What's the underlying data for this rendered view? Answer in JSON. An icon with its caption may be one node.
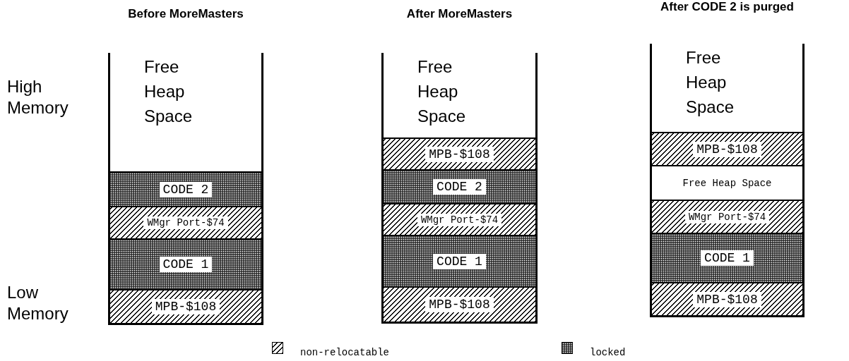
{
  "diagram": {
    "nodes": [
      {
        "text": [
          "Before MoreMasters"
        ]
      },
      {
        "text": [
          "Free Heap Space"
        ],
        "in": 0
      },
      {
        "text": [
          "CODE 2"
        ],
        "in": 0
      },
      {
        "text": [
          "WMgr Port-$74"
        ],
        "in": 0
      },
      {
        "text": [
          "CODE 1"
        ],
        "in": 0
      },
      {
        "text": [
          "MPB-$108"
        ],
        "in": 0
      },
      {
        "text": [
          "After MoreMasters"
        ]
      },
      {
        "text": [
          "Free Heap Space"
        ],
        "in": 6
      },
      {
        "text": [
          "MPB-$108"
        ],
        "in": 6
      },
      {
        "text": [
          "CODE 2"
        ],
        "in": 6
      },
      {
        "text": [
          "WMgr Port-$74"
        ],
        "in": 6
      },
      {
        "text": [
          "CODE 1"
        ],
        "in": 6
      },
      {
        "text": [
          "MPB-$108"
        ],
        "in": 6
      },
      {
        "text": [
          "After CODE 2 is purged"
        ]
      },
      {
        "text": [
          "Free Heap Space"
        ],
        "in": 13
      },
      {
        "text": [
          "MPB-$108"
        ],
        "in": 13
      },
      {
        "text": [
          "Free Heap Space"
        ],
        "in": 13
      },
      {
        "text": [
          "WMgr Port-$74"
        ],
        "in": 13
      },
      {
        "text": [
          "CODE 1"
        ],
        "in": 13
      },
      {
        "text": [
          "MPB-$108"
        ],
        "in": 13
      }
    ],
    "edges": [],
    "labels": [
      "High Memory",
      "Low Memory"
    ],
    "legend": [
      {
        "text": "non-relocatable"
      },
      {
        "text": "locked"
      }
    ]
  }
}
